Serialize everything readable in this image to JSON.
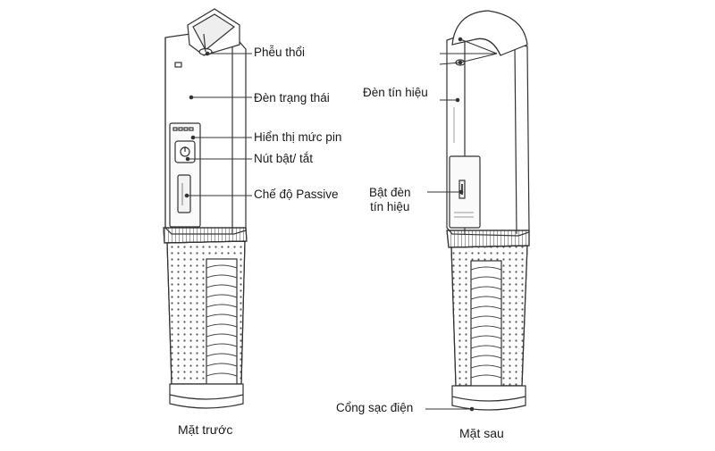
{
  "figure": {
    "front_caption": "Mặt trước",
    "back_caption": "Mặt sau"
  },
  "labels": {
    "mouthpiece": "Phễu thổi",
    "status_light": "Đèn trạng thái",
    "battery_indicator": "Hiển thị mức pin",
    "power_button": "Nút bật/ tắt",
    "passive_mode": "Chế độ Passive",
    "signal_light": "Đèn tín hiệu",
    "signal_switch_line1": "Bật đèn",
    "signal_switch_line2": "tín hiệu",
    "charging_port": "Cổng sạc điện"
  },
  "colors": {
    "outline": "#333333",
    "body_fill": "#ffffff",
    "grip_fill": "#f7f7f7",
    "shade": "#e9e9e9",
    "text": "#1a1a1a"
  }
}
